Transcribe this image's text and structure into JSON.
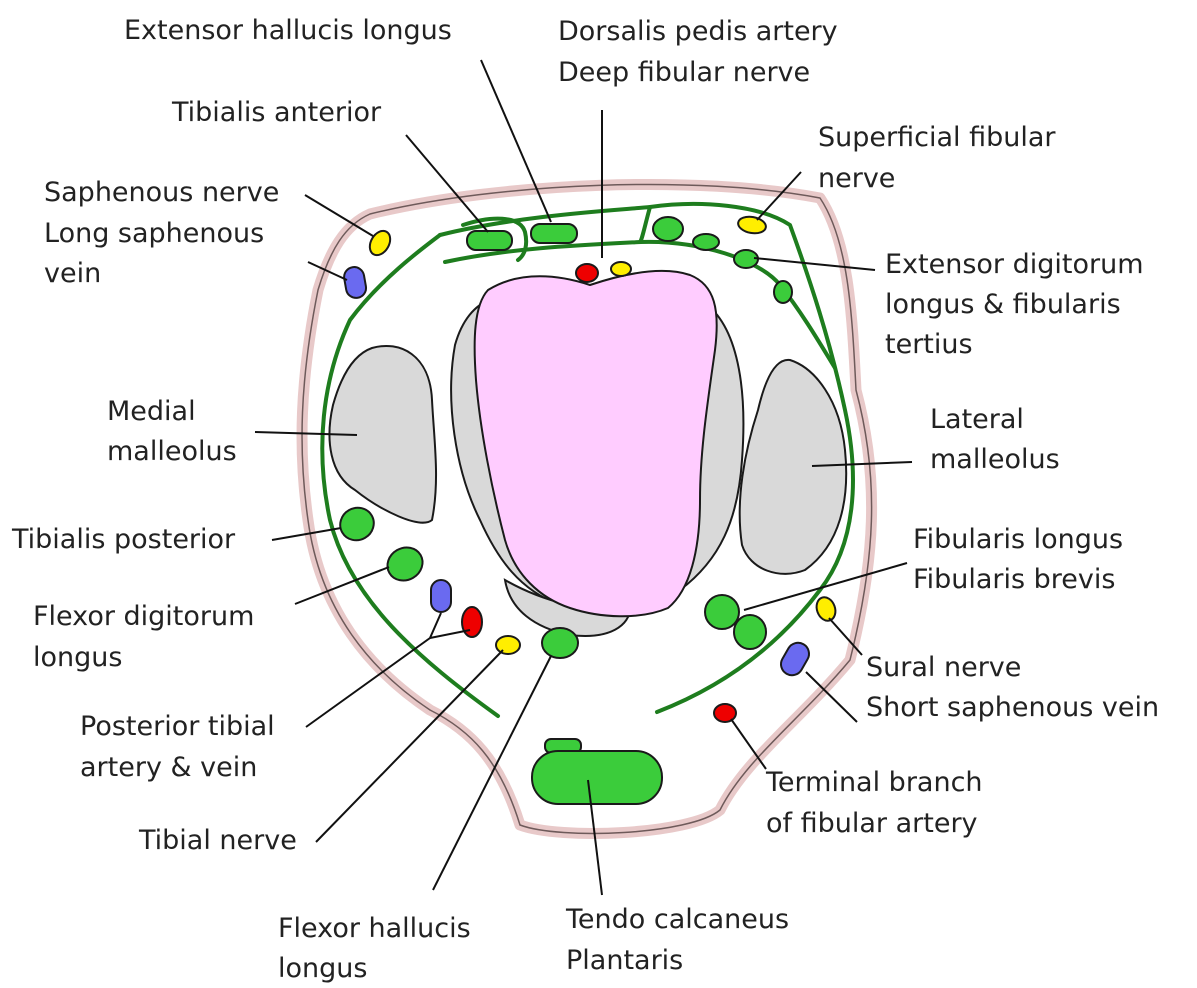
{
  "colors": {
    "skin": "#e8c9c9",
    "bone": "#d9d9d9",
    "talus": "#ffccff",
    "muscle": "#3bcc3b",
    "fascia": "#1e7d1e",
    "nerve": "#ffee00",
    "vein": "#6a6af0",
    "artery": "#ee0000"
  },
  "icons": {
    "nerve": "yellow-ellipse",
    "vein": "blue-ellipse",
    "artery": "red-ellipse",
    "tendon": "green-ellipse"
  },
  "labels": {
    "extensor_hallucis_longus": "Extensor hallucis longus",
    "dorsalis_pedis": [
      "Dorsalis pedis artery",
      "Deep fibular nerve"
    ],
    "tibialis_anterior": "Tibialis anterior",
    "superficial_fibular": [
      "Superficial fibular",
      "nerve"
    ],
    "saphenous": [
      "Saphenous nerve",
      "Long saphenous",
      "vein"
    ],
    "extensor_digitorum": [
      "Extensor digitorum",
      "longus & fibularis",
      "tertius"
    ],
    "medial_malleolus": [
      "Medial",
      "malleolus"
    ],
    "lateral_malleolus": [
      "Lateral",
      "malleolus"
    ],
    "tibialis_posterior": "Tibialis posterior",
    "fibularis": [
      "Fibularis longus",
      "Fibularis brevis"
    ],
    "flexor_digitorum": [
      "Flexor digitorum",
      "longus"
    ],
    "sural": [
      "Sural nerve",
      "Short saphenous vein"
    ],
    "posterior_tibial": [
      "Posterior tibial",
      "artery & vein"
    ],
    "terminal_branch": [
      "Terminal branch",
      "of fibular artery"
    ],
    "tibial_nerve": "Tibial nerve",
    "flexor_hallucis": [
      "Flexor hallucis",
      "longus"
    ],
    "tendo_calcaneus": [
      "Tendo calcaneus",
      "Plantaris"
    ]
  }
}
